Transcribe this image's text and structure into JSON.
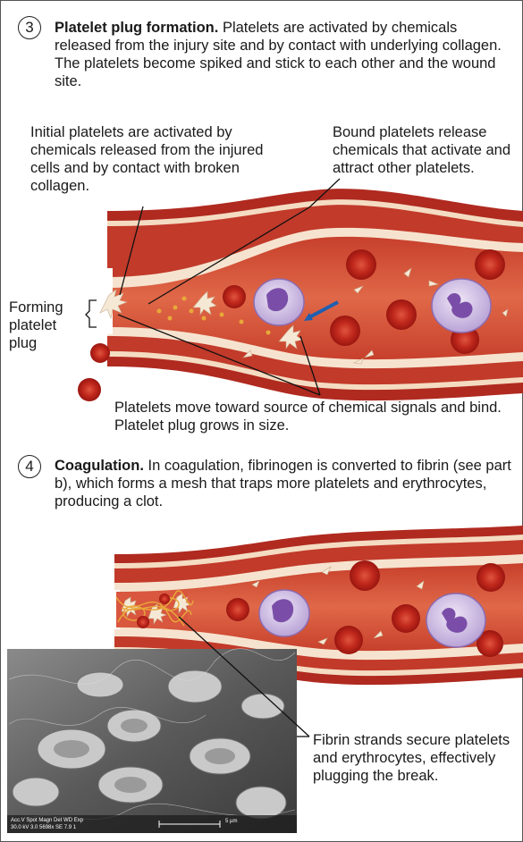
{
  "step3": {
    "number": "3",
    "title": "Platelet plug formation.",
    "text": "Platelets are activated by chemicals released from the injury site and by contact with underlying collagen. The platelets become spiked and stick to each other and the wound site."
  },
  "labels": {
    "initial_platelets": "Initial platelets are activated by chemicals released from the injured cells and by contact with broken collagen.",
    "bound_platelets": "Bound platelets release chemicals that activate and attract other platelets.",
    "forming_plug": "Forming platelet plug",
    "platelets_move": "Platelets move toward source of chemical signals and bind. Platelet plug grows in size.",
    "fibrin_strands": "Fibrin strands secure platelets and erythrocytes, effectively plugging the break."
  },
  "step4": {
    "number": "4",
    "title": "Coagulation.",
    "text": "In coagulation, fibrinogen is converted to fibrin (see part b), which forms a mesh that traps more platelets and erythrocytes, producing a clot."
  },
  "micrograph": {
    "info_line1": "Acc.V  Spot Magn    Det  WD   Exp",
    "info_line2": "30.0 kV 3.0   5698x   SE  7.9   1",
    "scale": "5 µm"
  },
  "colors": {
    "vessel_outer": "#b8261f",
    "vessel_wall": "#f3d9bd",
    "lumen": "#d9573e",
    "rbc": "#c92a1f",
    "wbc": "#8a5fb8"
  }
}
